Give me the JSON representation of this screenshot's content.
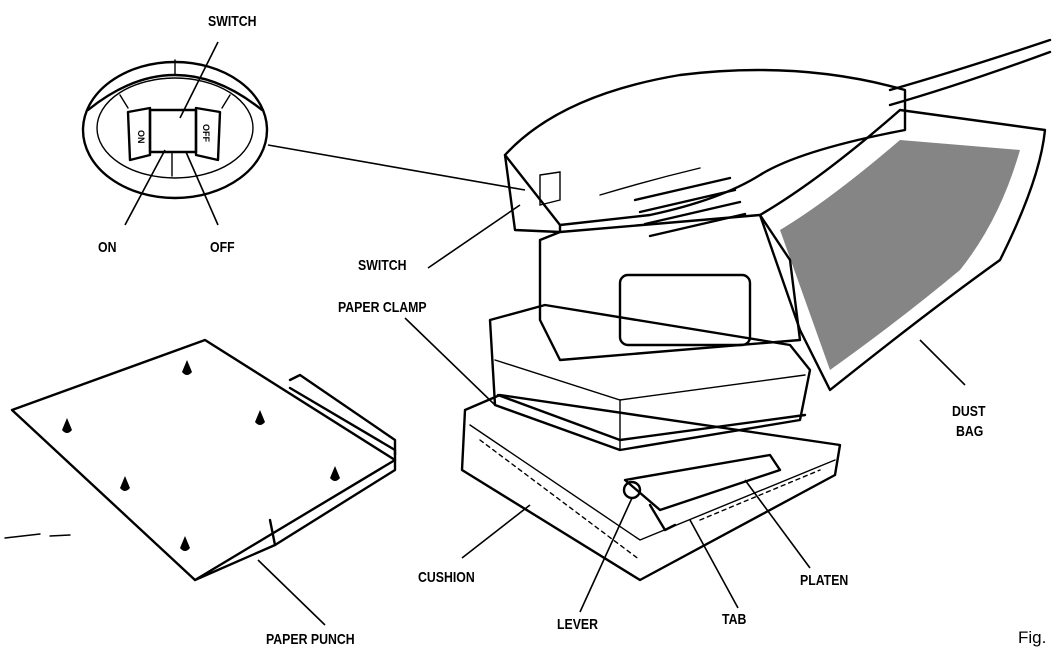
{
  "labels": {
    "switch_inset": "SWITCH",
    "on": "ON",
    "off": "OFF",
    "switch_main": "SWITCH",
    "paper_clamp": "PAPER CLAMP",
    "dust_bag_line1": "DUST",
    "dust_bag_line2": "BAG",
    "cushion": "CUSHION",
    "lever": "LEVER",
    "tab": "TAB",
    "platen": "PLATEN",
    "paper_punch": "PAPER PUNCH",
    "figure": "Fig.",
    "switch_on_mark": "ON",
    "switch_off_mark": "OFF"
  }
}
